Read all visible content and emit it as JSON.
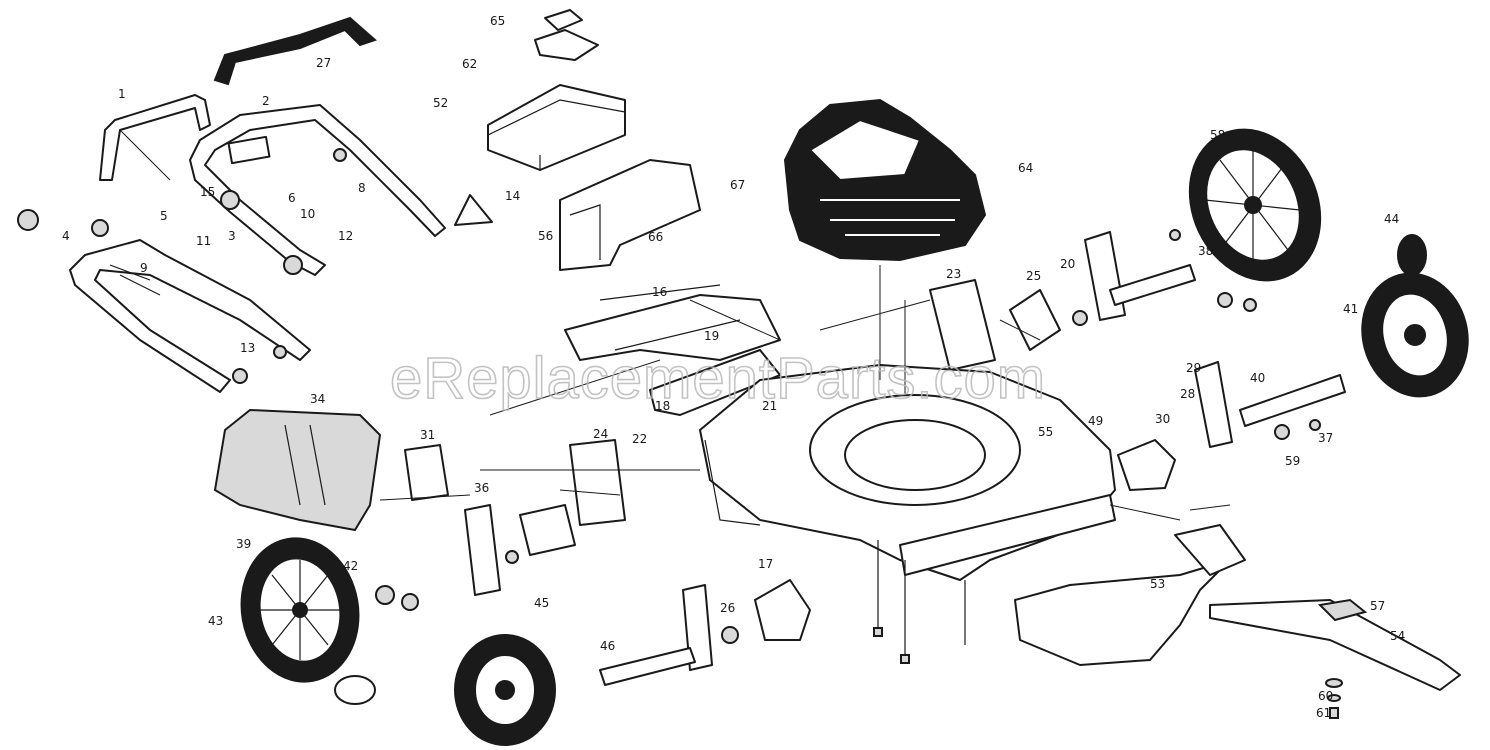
{
  "watermark": "eReplacementParts.com",
  "colors": {
    "line": "#1a1a1a",
    "paper": "#ffffff",
    "watermark": "#b9b9b9"
  },
  "callouts": [
    "1",
    "2",
    "3",
    "4",
    "5",
    "6",
    "8",
    "9",
    "10",
    "11",
    "12",
    "13",
    "14",
    "15",
    "16",
    "17",
    "18",
    "19",
    "20",
    "21",
    "22",
    "23",
    "24",
    "25",
    "26",
    "27",
    "28",
    "29",
    "30",
    "31",
    "34",
    "36",
    "37",
    "38",
    "39",
    "40",
    "41",
    "42",
    "43",
    "44",
    "45",
    "46",
    "49",
    "52",
    "53",
    "54",
    "55",
    "56",
    "57",
    "58",
    "59",
    "60",
    "61",
    "62",
    "64",
    "65",
    "66",
    "67"
  ]
}
